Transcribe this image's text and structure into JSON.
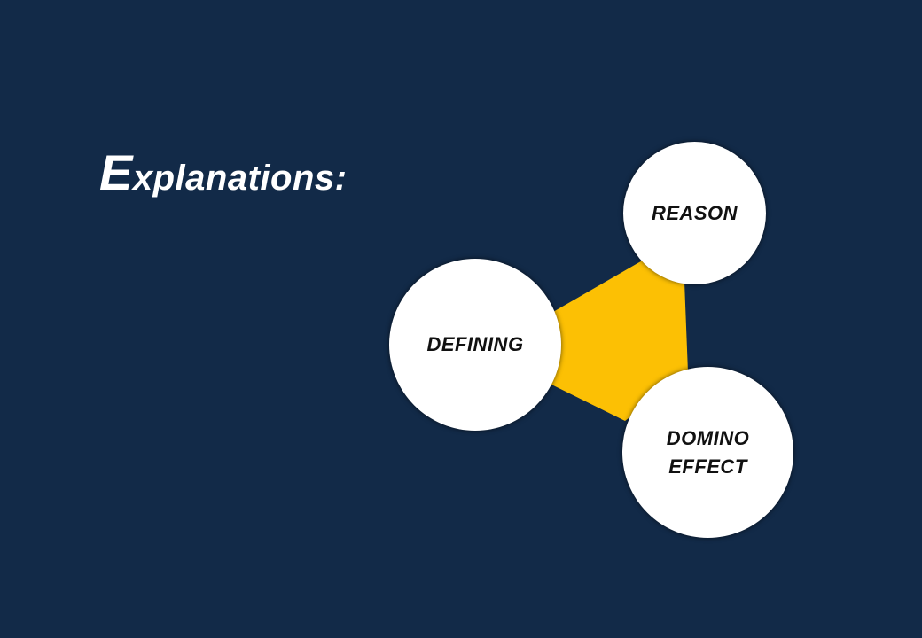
{
  "title": {
    "first_letter": "E",
    "rest": "xplanations:"
  },
  "nodes": {
    "defining": "DEFINING",
    "reason": "REASON",
    "domino_line1": "DOMINO",
    "domino_line2": "EFFECT"
  },
  "colors": {
    "background": "#122a48",
    "connector": "#fcc004",
    "circle": "#ffffff"
  }
}
